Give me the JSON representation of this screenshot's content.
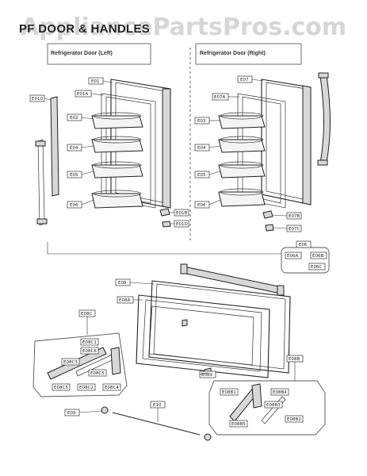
{
  "header": {
    "title": "PF DOOR & HANDLES"
  },
  "watermark": "AppliancePartsPros.com",
  "sections": {
    "left_door": "Refrigerator Door (Left)",
    "right_door": "Refrigerator Door (Right)"
  },
  "callouts": {
    "left": [
      "E01",
      "E01A",
      "E010",
      "E02",
      "E04",
      "E05",
      "E06",
      "E01B",
      "E01D"
    ],
    "right": [
      "E07",
      "E07A",
      "E03",
      "E04",
      "E05",
      "E06",
      "E07B",
      "E07C",
      "E06",
      "E06A",
      "E06B",
      "E06C"
    ],
    "drawer": [
      "E08",
      "E08A",
      "E08C",
      "E08C1",
      "E08C6",
      "E08C3",
      "E08C5",
      "E08C2",
      "E08C5",
      "E08C4",
      "E089",
      "E08B",
      "E08B1",
      "E08B4",
      "E08B5",
      "E08B3",
      "E08B2",
      "E09",
      "E10"
    ]
  }
}
